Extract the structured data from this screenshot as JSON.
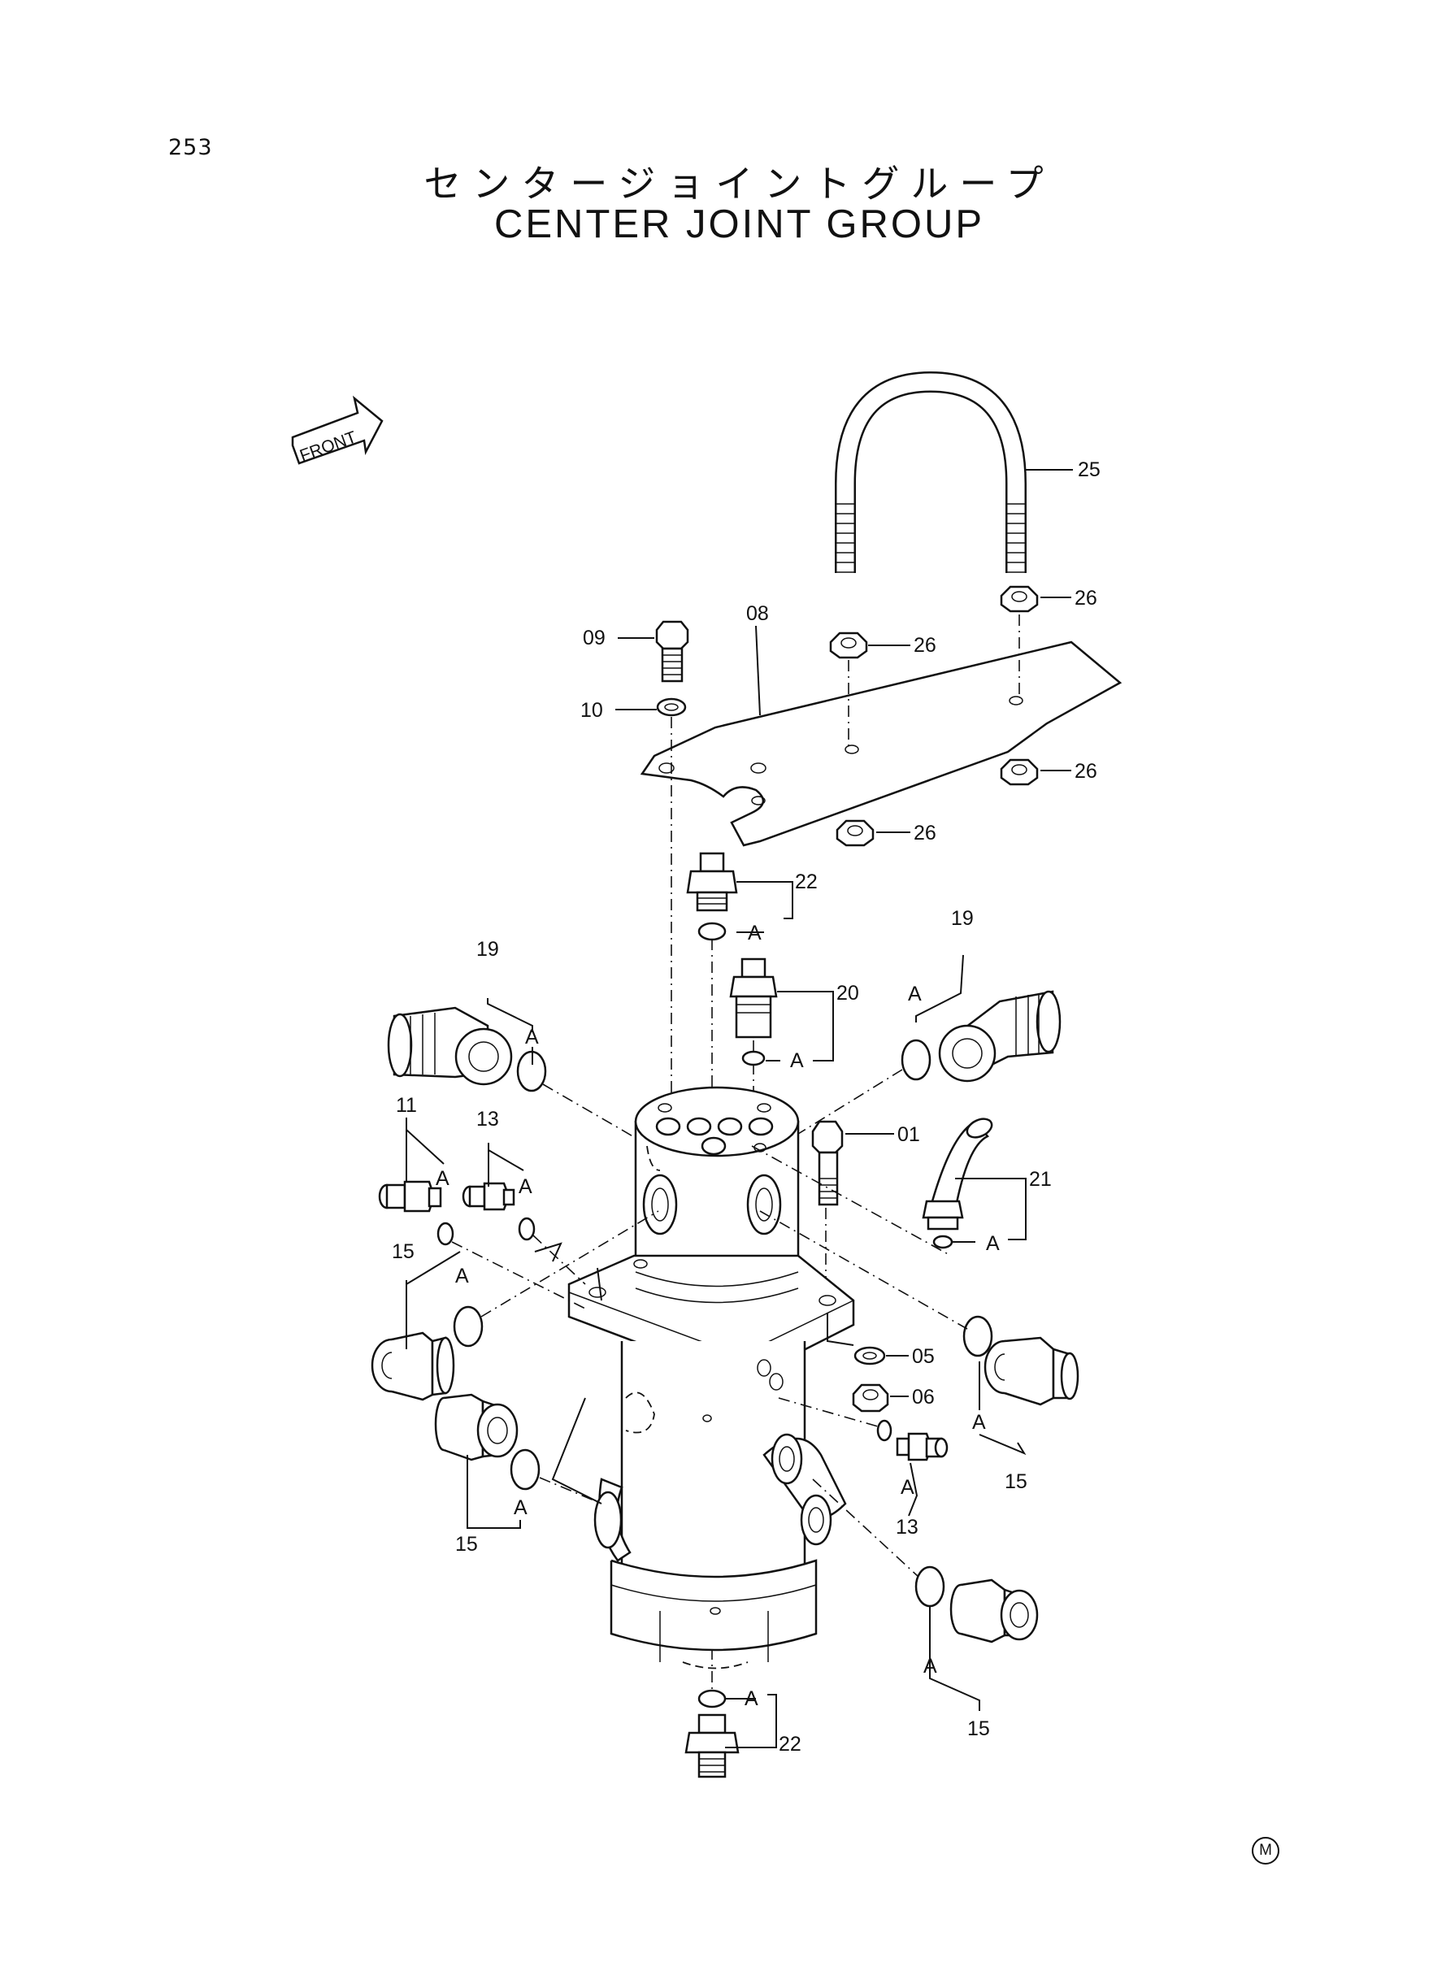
{
  "page_number": "253",
  "title_jp": "センタージョイントグループ",
  "title_en": "CENTER JOINT GROUP",
  "front_label": "FRONT",
  "seal_ref": "A",
  "mark": "M",
  "callouts": [
    "25",
    "26",
    "09",
    "08",
    "26",
    "10",
    "26",
    "26",
    "22",
    "19",
    "20",
    "19",
    "11",
    "13",
    "01",
    "21",
    "15",
    "05",
    "06",
    "15",
    "13",
    "15",
    "15",
    "22"
  ]
}
